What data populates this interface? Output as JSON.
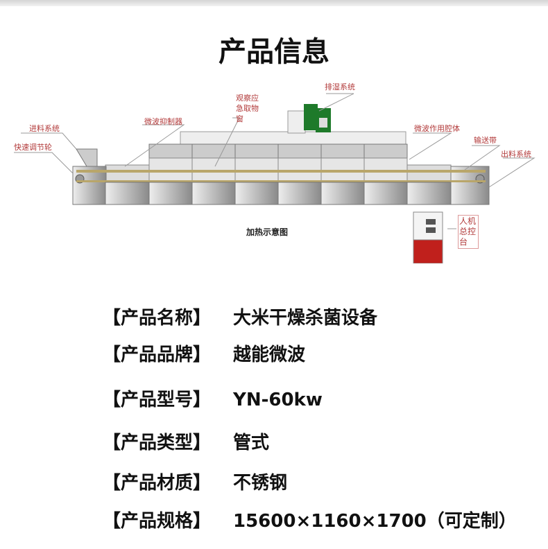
{
  "title": "产品信息",
  "diagram": {
    "caption": "加热示意图",
    "labels": {
      "exhaust": "排湿系统",
      "window": "观察应急取物窗",
      "suppressor": "微波抑制器",
      "feed": "进料系统",
      "speed_wheel": "快速调节轮",
      "cavity": "微波作用腔体",
      "belt": "输送带",
      "discharge": "出料系统",
      "console": "人机总控台"
    },
    "colors": {
      "label": "#b23a3a",
      "fan": "#1e7a2a",
      "panel_red": "#c0201c"
    }
  },
  "specs": [
    {
      "key": "【产品名称】",
      "value": "大米干燥杀菌设备"
    },
    {
      "key": "【产品品牌】",
      "value": "越能微波"
    },
    {
      "key": "【产品型号】",
      "value": "YN-60kw"
    },
    {
      "key": "【产品类型】",
      "value": "管式"
    },
    {
      "key": "【产品材质】",
      "value": "不锈钢"
    },
    {
      "key": "【产品规格】",
      "value": "15600×1160×1700（可定制）"
    }
  ]
}
